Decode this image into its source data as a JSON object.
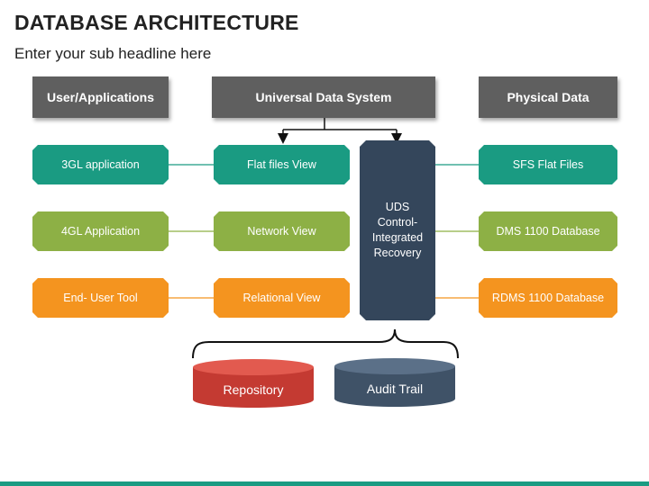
{
  "title": "DATABASE ARCHITECTURE",
  "subtitle": "Enter your sub headline here",
  "headers": {
    "left": "User/Applications",
    "center": "Universal Data System",
    "right": "Physical Data"
  },
  "left_boxes": [
    "3GL application",
    "4GL Application",
    "End- User Tool"
  ],
  "middle_boxes": [
    "Flat files View",
    "Network View",
    "Relational View"
  ],
  "right_boxes": [
    "SFS Flat Files",
    "DMS 1100 Database",
    "RDMS 1100 Database"
  ],
  "uds_block": "UDS\nControl-\nIntegrated\nRecovery",
  "cylinders": [
    "Repository",
    "Audit Trail"
  ],
  "colors": {
    "header": "#5f5f5f",
    "teal": "#1a9b82",
    "green": "#8db045",
    "orange": "#f4941f",
    "uds": "#34465b",
    "repository": "#c43a32",
    "audit": "#3f5267"
  }
}
